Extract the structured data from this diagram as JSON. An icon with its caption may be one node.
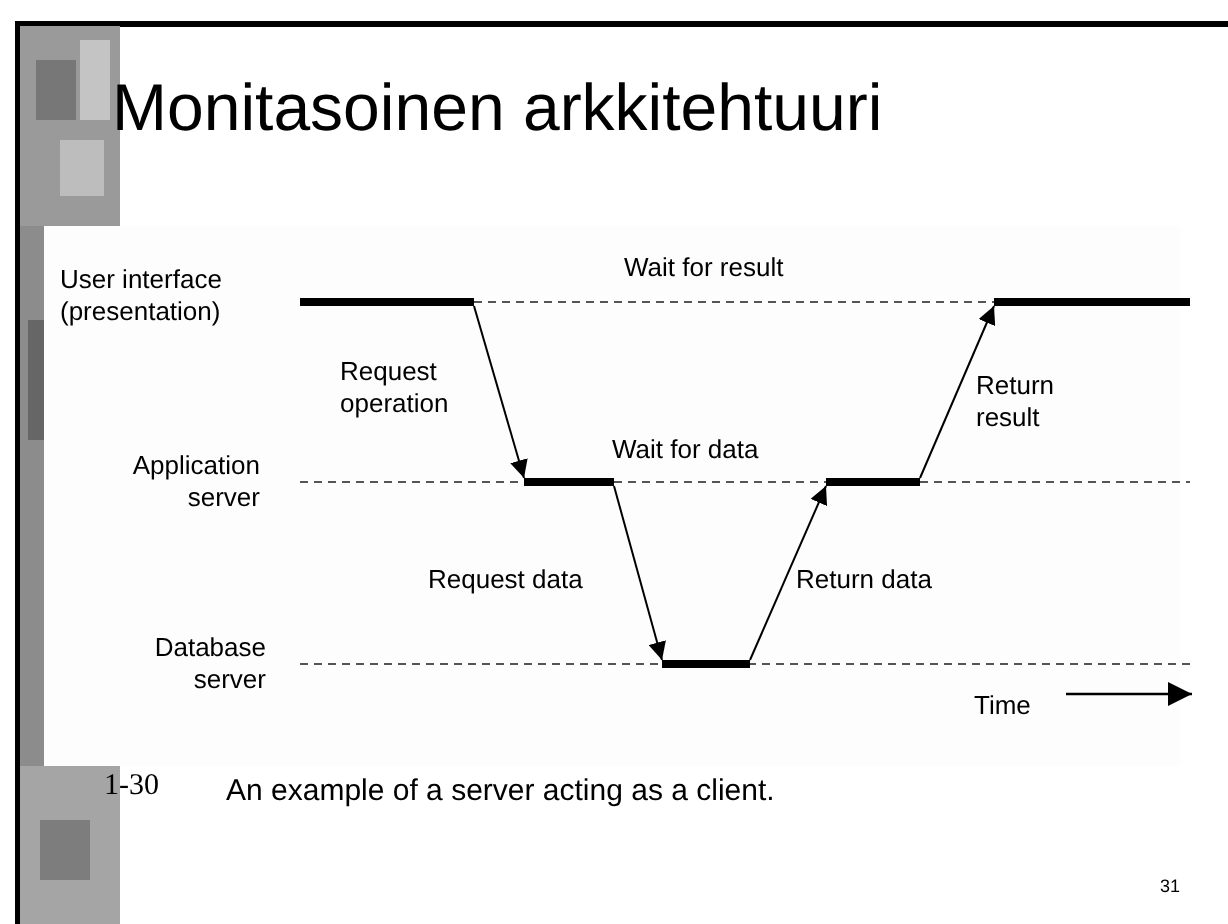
{
  "diagram": {
    "title": "Monitasoinen arkkitehtuuri",
    "caption": "An example of a server acting as a client.",
    "nodes": [
      {
        "text": [],
        "shape": "bar"
      },
      {
        "text": [],
        "shape": "bar"
      },
      {
        "text": [],
        "shape": "bar"
      },
      {
        "text": [],
        "shape": "bar"
      },
      {
        "text": [],
        "shape": "bar"
      }
    ],
    "edges": [
      {
        "from": 0,
        "to": 1,
        "arrow": "to",
        "label": "Request operation"
      },
      {
        "from": 1,
        "to": 2,
        "arrow": "to",
        "label": "Request data"
      },
      {
        "from": 2,
        "to": 3,
        "arrow": "to",
        "label": "Return data"
      },
      {
        "from": 3,
        "to": 4,
        "arrow": "to",
        "label": "Return result"
      },
      {
        "from": 0,
        "to": 4,
        "arrow": "none",
        "label": "Wait for result",
        "style": "dashed"
      },
      {
        "from": 1,
        "to": 3,
        "arrow": "none",
        "label": "Wait for data",
        "style": "dashed"
      }
    ],
    "labels": [
      "User interface (presentation)",
      "Application server",
      "Database server",
      "Time",
      "1-30",
      "31"
    ]
  }
}
